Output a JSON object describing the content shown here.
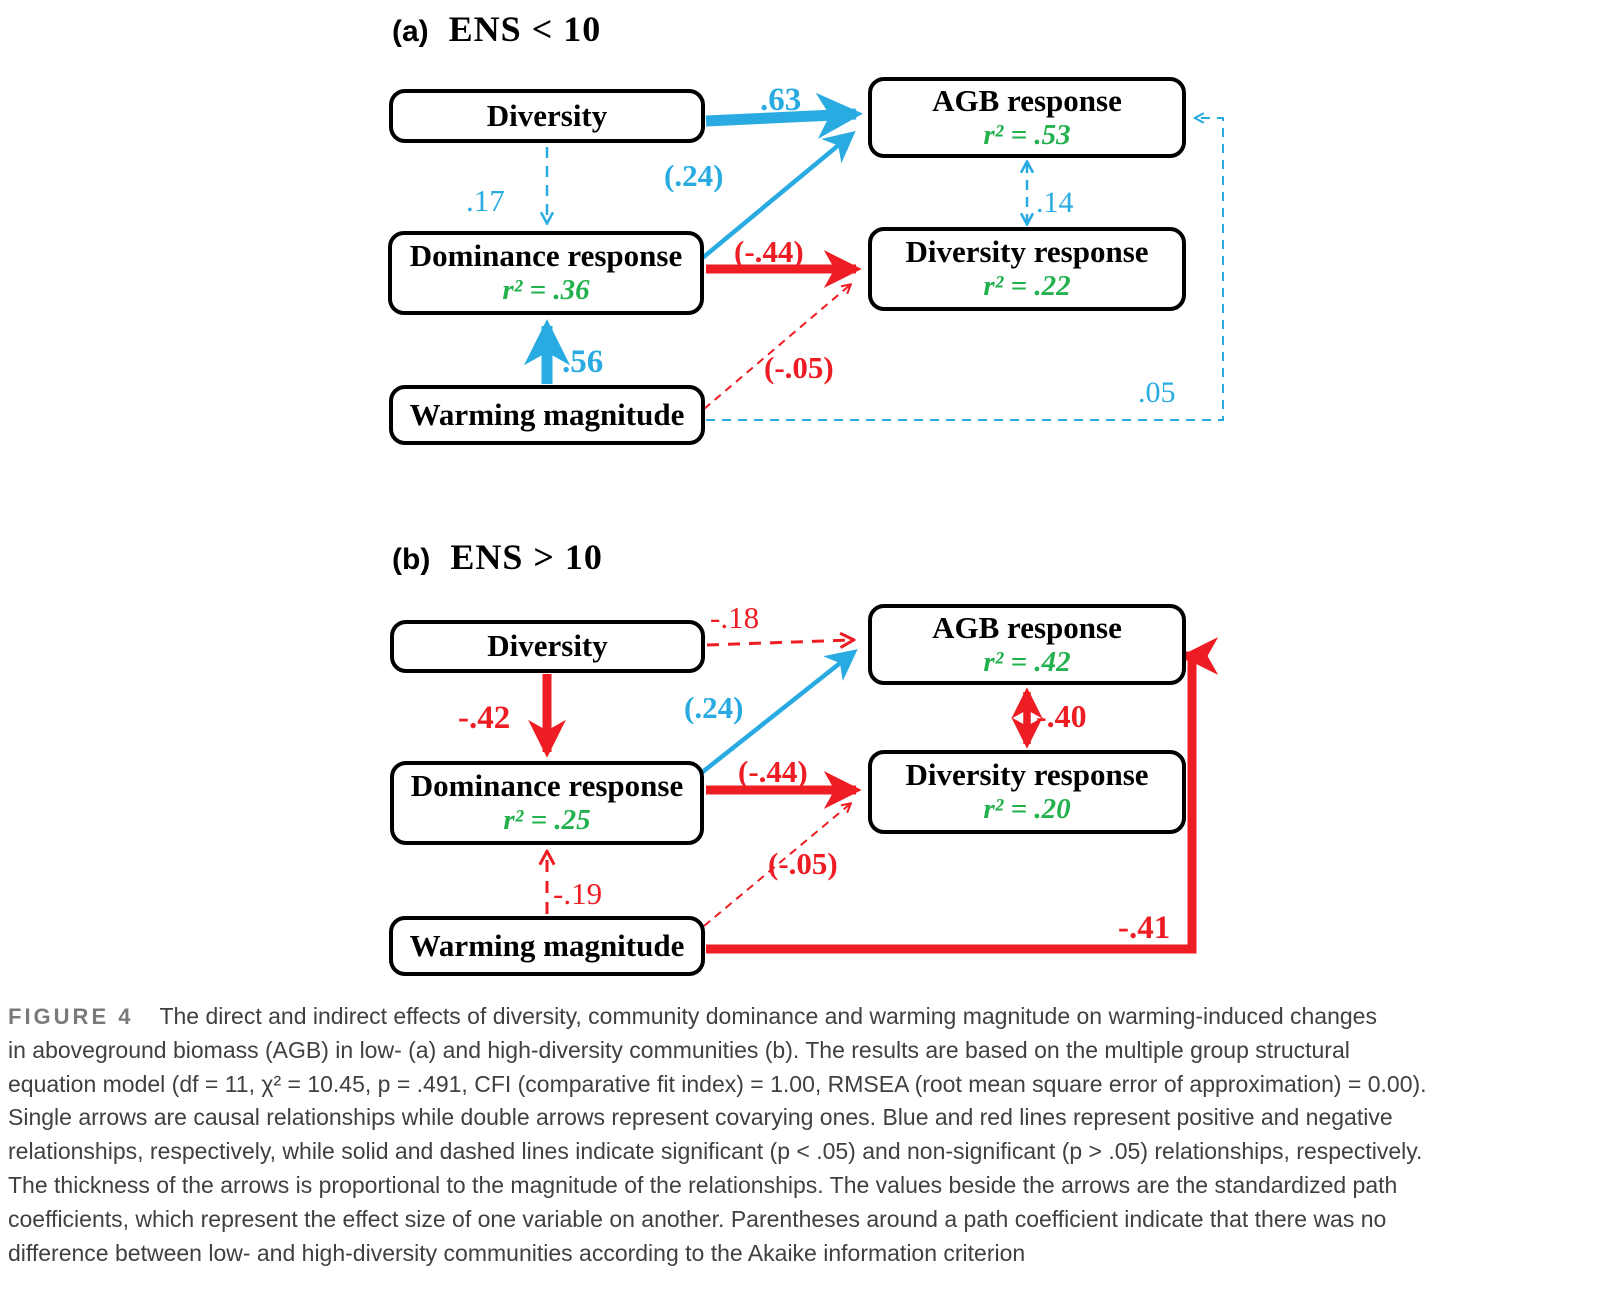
{
  "figure": {
    "colors": {
      "positive_blue": "#29ABE2",
      "negative_red": "#EE1D23",
      "r2_green": "#22B14C",
      "box_border": "#000000"
    },
    "panels": [
      {
        "tag": "(a)",
        "title": "ENS < 10",
        "nodes": {
          "diversity": {
            "label": "Diversity"
          },
          "agb_response": {
            "label": "AGB response",
            "r2": "r² = .53"
          },
          "dominance_response": {
            "label": "Dominance response",
            "r2": "r² = .36"
          },
          "diversity_response": {
            "label": "Diversity response",
            "r2": "r² = .22"
          },
          "warming_magnitude": {
            "label": "Warming magnitude"
          }
        },
        "coefficients": {
          "diversity_to_agb": {
            "value": ".63",
            "color": "blue",
            "line": "solid-thick"
          },
          "diversity_to_dominance": {
            "value": ".17",
            "color": "blue",
            "line": "dashed"
          },
          "dominance_to_agb": {
            "value": "(.24)",
            "color": "blue",
            "line": "solid"
          },
          "dominance_to_diversity_response": {
            "value": "(-.44)",
            "color": "red",
            "line": "solid-thick"
          },
          "warming_to_dominance": {
            "value": ".56",
            "color": "blue",
            "line": "solid-thick"
          },
          "warming_to_diversity_response": {
            "value": "(-.05)",
            "color": "red",
            "line": "dashed"
          },
          "warming_to_agb": {
            "value": ".05",
            "color": "blue",
            "line": "dashed"
          },
          "agb_cov_diversity_response": {
            "value": ".14",
            "color": "blue",
            "line": "dashed-double"
          }
        }
      },
      {
        "tag": "(b)",
        "title": "ENS > 10",
        "nodes": {
          "diversity": {
            "label": "Diversity"
          },
          "agb_response": {
            "label": "AGB response",
            "r2": "r² = .42"
          },
          "dominance_response": {
            "label": "Dominance response",
            "r2": "r² = .25"
          },
          "diversity_response": {
            "label": "Diversity response",
            "r2": "r² = .20"
          },
          "warming_magnitude": {
            "label": "Warming magnitude"
          }
        },
        "coefficients": {
          "diversity_to_agb": {
            "value": "-.18",
            "color": "red",
            "line": "dashed"
          },
          "diversity_to_dominance": {
            "value": "-.42",
            "color": "red",
            "line": "solid-thick"
          },
          "dominance_to_agb": {
            "value": "(.24)",
            "color": "blue",
            "line": "solid"
          },
          "dominance_to_diversity_response": {
            "value": "(-.44)",
            "color": "red",
            "line": "solid-thick"
          },
          "warming_to_dominance": {
            "value": "-.19",
            "color": "red",
            "line": "dashed"
          },
          "warming_to_diversity_response": {
            "value": "(-.05)",
            "color": "red",
            "line": "dashed"
          },
          "warming_to_agb": {
            "value": "-.41",
            "color": "red",
            "line": "solid-thick"
          },
          "agb_cov_diversity_response": {
            "value": "-.40",
            "color": "red",
            "line": "solid-double"
          }
        }
      }
    ]
  },
  "caption": {
    "tag": "FIGURE 4",
    "lines": [
      "The direct and indirect effects of diversity, community dominance and warming magnitude on warming-induced changes",
      "in aboveground biomass (AGB) in low- (a) and high-diversity communities (b). The results are based on the multiple group structural",
      "equation model (df = 11, χ² = 10.45, p = .491, CFI (comparative fit index) = 1.00, RMSEA (root mean square error of approximation) = 0.00).",
      "Single arrows are causal relationships while double arrows represent covarying ones. Blue and red lines represent positive and negative",
      "relationships, respectively, while solid and dashed lines indicate significant (p < .05) and non-significant (p > .05) relationships, respectively.",
      "The thickness of the arrows is proportional to the magnitude of the relationships. The values beside the arrows are the standardized path",
      "coefficients, which represent the effect size of one variable on another. Parentheses around a path coefficient indicate that there was no",
      "difference between low- and high-diversity communities according to the Akaike information criterion"
    ]
  }
}
